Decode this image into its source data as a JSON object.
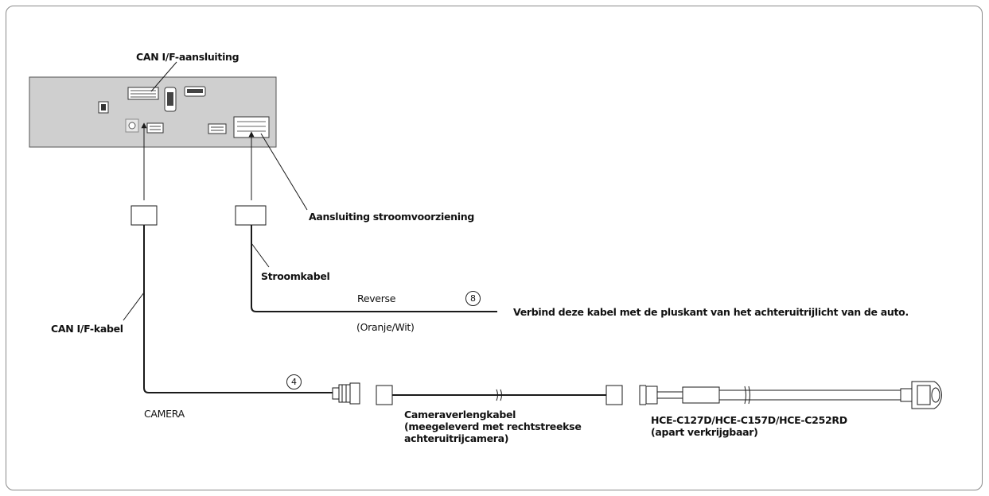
{
  "labels": {
    "can_if_connection": "CAN I/F-aansluiting",
    "power_connection": "Aansluiting stroomvoorziening",
    "power_cable": "Stroomkabel",
    "reverse": "Reverse",
    "reverse_color": "(Oranje/Wit)",
    "reverse_instruction": "Verbind deze kabel met de pluskant van het achteruitrijlicht van de auto.",
    "can_if_cable": "CAN I/F-kabel",
    "camera": "CAMERA",
    "extension_cable_lines": [
      "Cameraverlengkabel",
      "(meegeleverd met rechtstreekse",
      "achteruitrijcamera)"
    ],
    "camera_model_lines": [
      "HCE-C127D/HCE-C157D/HCE-C252RD",
      "(apart verkrijgbaar)"
    ]
  },
  "markers": {
    "reverse_number": "8",
    "camera_number": "4"
  },
  "colors": {
    "border": "#8a8a8a",
    "unit_fill": "#cfcfcf",
    "line": "#1a1a1a"
  }
}
